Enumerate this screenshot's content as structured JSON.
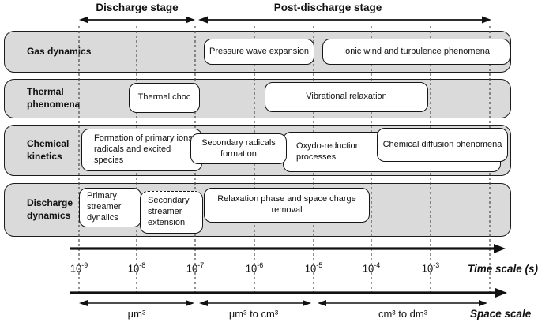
{
  "stage_header": {
    "discharge_label": "Discharge stage",
    "post_discharge_label": "Post-discharge stage"
  },
  "rows": [
    {
      "label": "Gas dynamics",
      "boxes": [
        "Pressure wave expansion",
        "Ionic wind and turbulence phenomena"
      ]
    },
    {
      "label": "Thermal phenomena",
      "boxes": [
        "Thermal choc",
        "Vibrational relaxation"
      ]
    },
    {
      "label": "Chemical kinetics",
      "boxes": [
        "Formation of primary ions, radicals and excited species",
        "Secondary radicals formation",
        "Oxydo-reduction processes",
        "Chemical diffusion phenomena"
      ]
    },
    {
      "label": "Discharge dynamics",
      "boxes": [
        "Primary streamer dynalics",
        "Secondary streamer extension",
        "Relaxation phase and space charge removal"
      ]
    }
  ],
  "time_axis": {
    "label": "Time scale (s)",
    "ticks": [
      {
        "base": "10",
        "exp": "-9"
      },
      {
        "base": "10",
        "exp": "-8"
      },
      {
        "base": "10",
        "exp": "-7"
      },
      {
        "base": "10",
        "exp": "-6"
      },
      {
        "base": "10",
        "exp": "-5"
      },
      {
        "base": "10",
        "exp": "-4"
      },
      {
        "base": "10",
        "exp": "-3"
      }
    ]
  },
  "space_axis": {
    "label": "Space scale",
    "ranges": [
      "µm³",
      "µm³ to cm³",
      "cm³ to dm³"
    ]
  },
  "colors": {
    "band_fill": "#dadada",
    "box_fill": "#ffffff",
    "outline": "#1c1c1c"
  }
}
